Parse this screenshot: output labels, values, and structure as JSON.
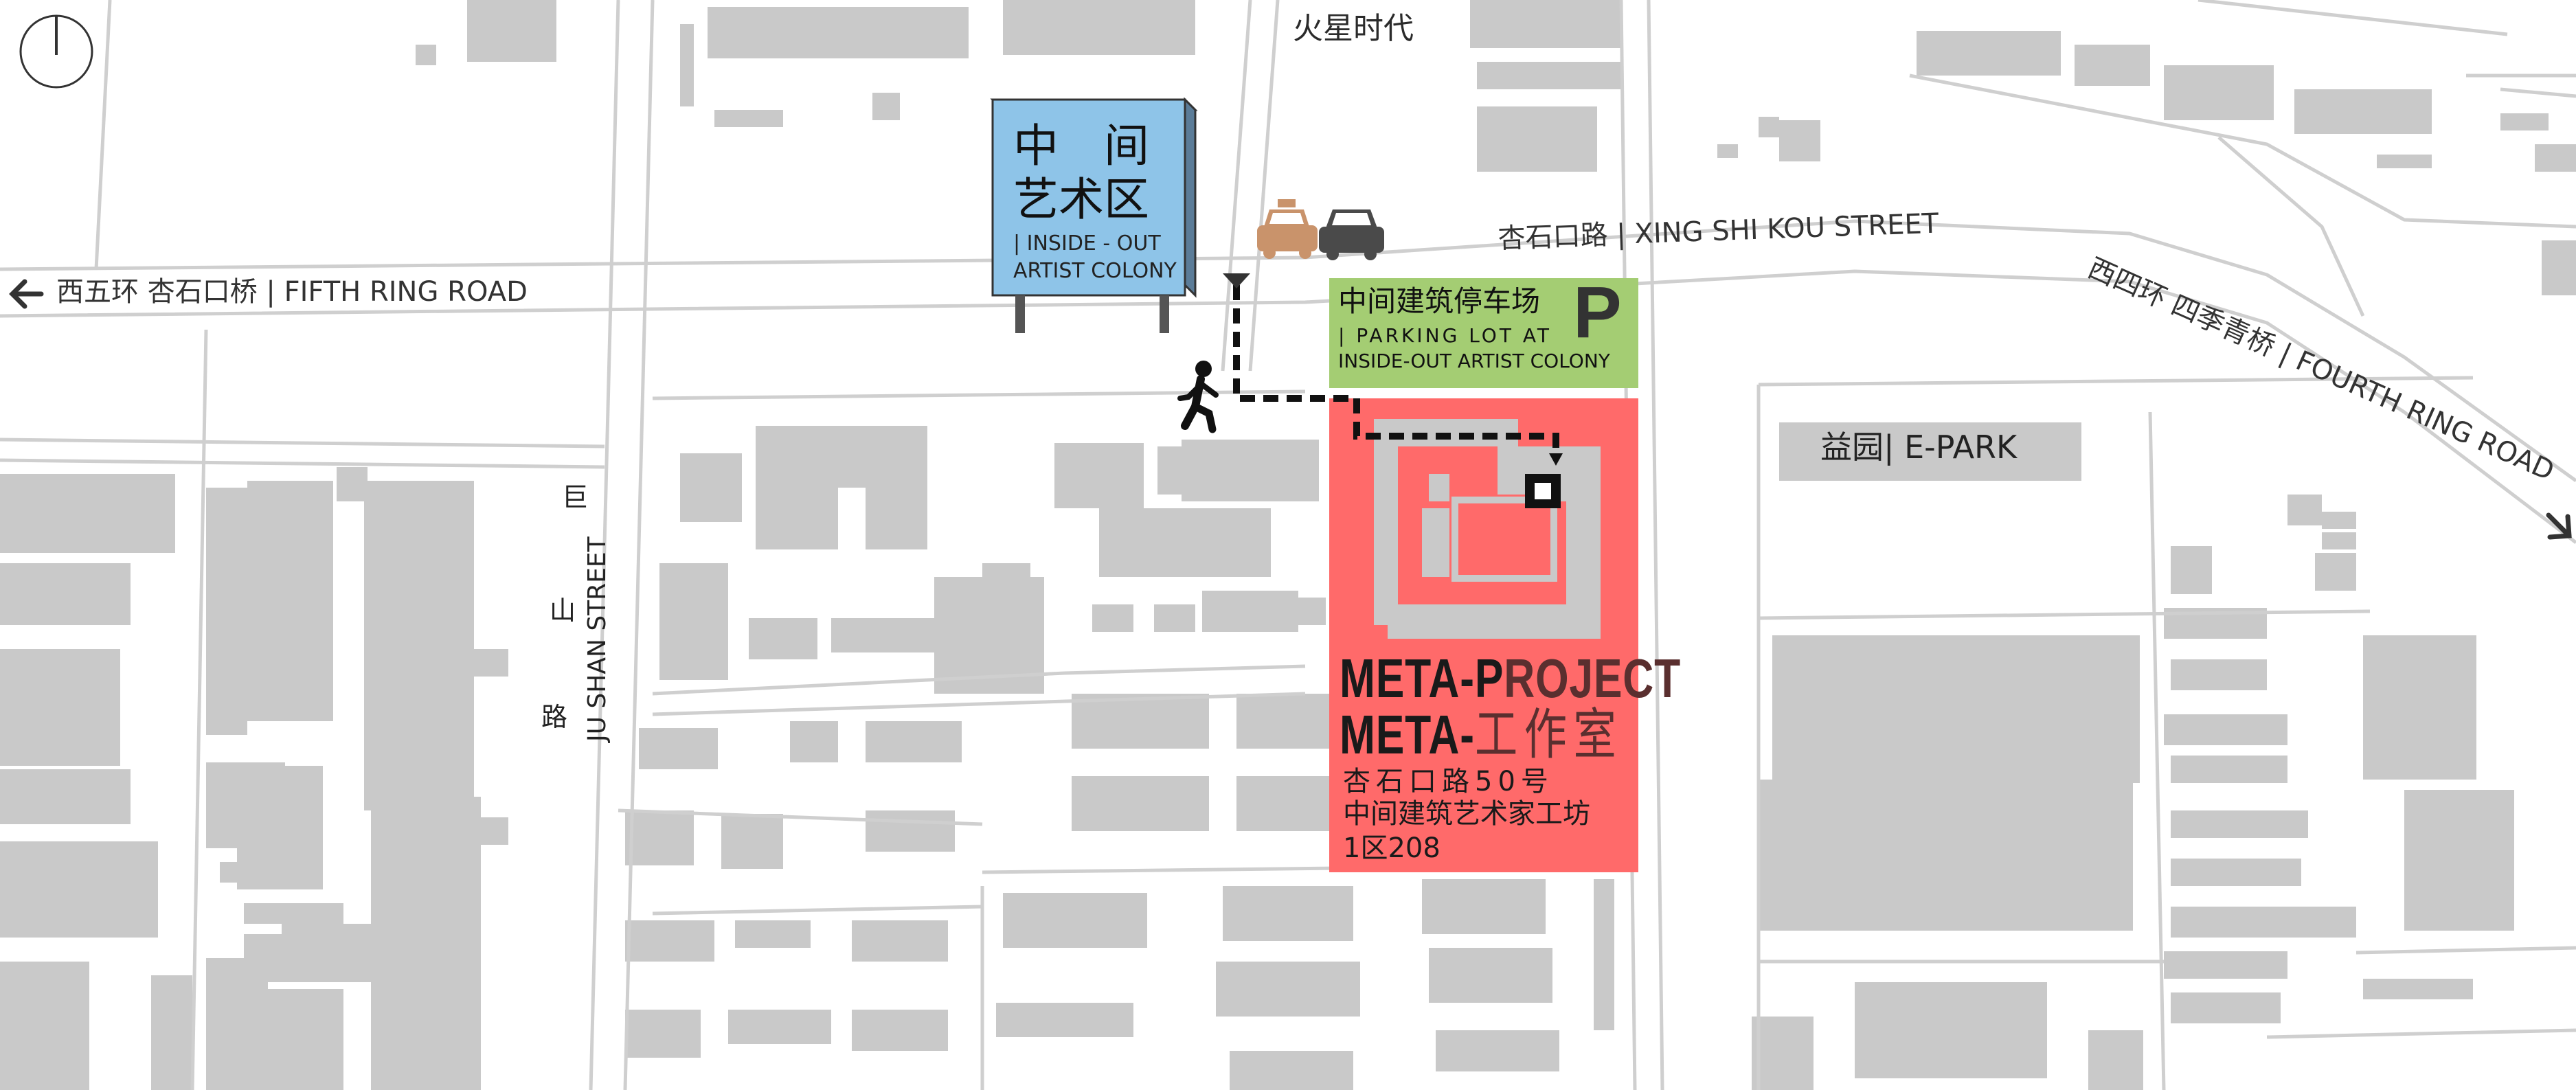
{
  "map": {
    "labels": {
      "mars_time": "火星时代",
      "colony_cn_1": "中　间",
      "colony_cn_2": "艺术区",
      "colony_en_1": "| INSIDE - OUT",
      "colony_en_2": "ARTIST COLONY",
      "fifth_ring": "西五环  杏石口桥 |  FIFTH RING ROAD",
      "xingshikou": "杏石口路  |  XING SHI KOU STREET",
      "fourth_ring": "西四环 四季青桥 |  FOURTH RING ROAD",
      "parking_cn": "中间建筑停车场",
      "parking_p": "P",
      "parking_en_1": "| PARKING  LOT  AT",
      "parking_en_2": "INSIDE-OUT ARTIST COLONY",
      "epark": "益园|  E-PARK",
      "jushan_street": "JU SHAN STREET",
      "jushan_cn_1": "巨",
      "jushan_cn_2": "山",
      "jushan_cn_3": "路",
      "meta_1a": "META-P",
      "meta_1b": "ROJECT",
      "meta_2a": "META-",
      "meta_2b": "工作室",
      "addr_1": "杏石口路50号",
      "addr_2": "中间建筑艺术家工坊",
      "addr_3": "1区208"
    },
    "colors": {
      "building": "#c9c9c9",
      "road": "#cfcfcf",
      "colony_sign": "#8ec4e8",
      "parking": "#a4cd73",
      "studio": "#ff6a6a",
      "taxi": "#c9936b",
      "car": "#4a4a4a"
    },
    "icons": [
      "north-arrow-icon",
      "taxi-icon",
      "car-icon",
      "pedestrian-icon",
      "destination-icon",
      "left-arrow-icon",
      "right-arrow-icon"
    ]
  }
}
